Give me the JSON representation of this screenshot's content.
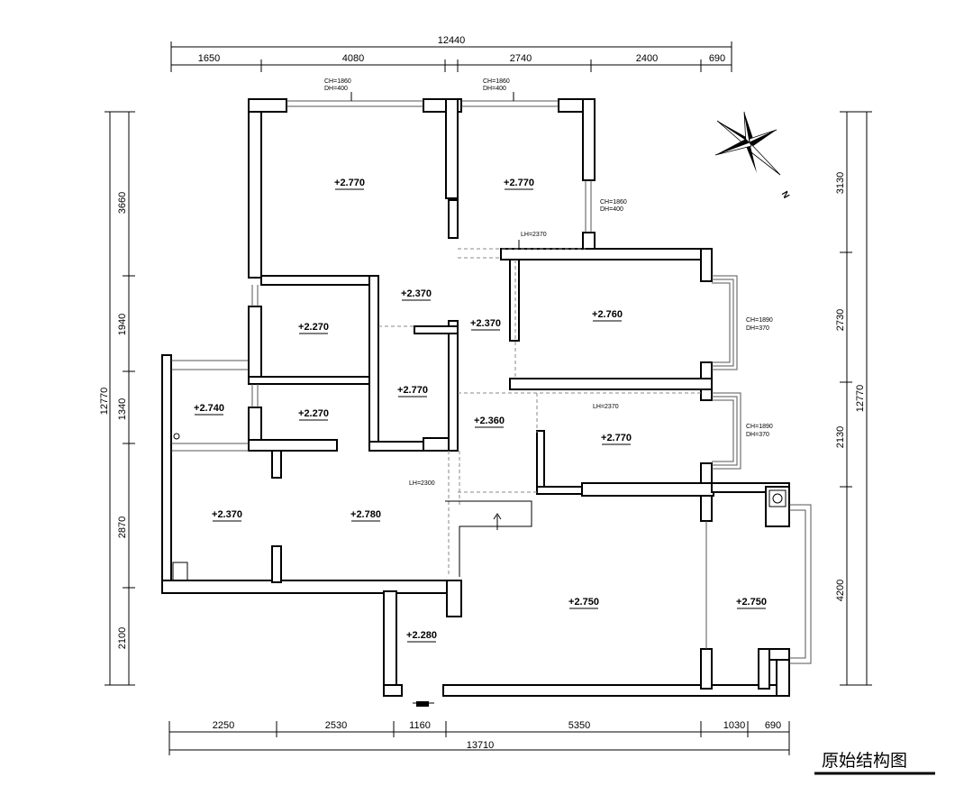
{
  "title": "原始结构图",
  "dimensions": {
    "top_total": "12440",
    "top": [
      "1650",
      "4080",
      "2740",
      "2400",
      "690"
    ],
    "bottom_total": "13710",
    "bottom": [
      "2250",
      "2530",
      "1160",
      "5350",
      "1030",
      "690"
    ],
    "left_total": "12770",
    "left": [
      "3660",
      "1940",
      "1340",
      "2870",
      "2100"
    ],
    "right_total": "12770",
    "right": [
      "3130",
      "2730",
      "2130",
      "4200"
    ]
  },
  "levels": {
    "bedroom_nw": "+2.770",
    "bedroom_n": "+2.770",
    "corridor_a": "+2.370",
    "corridor_b": "+2.370",
    "room_260": "+2.760",
    "bath_1": "+2.270",
    "bath_2": "+2.270",
    "closet": "+2.770",
    "balcony_w": "+2.740",
    "hall": "+2.360",
    "room_270": "+2.770",
    "kitchen": "+2.370",
    "dining": "+2.780",
    "living": "+2.750",
    "balcony_e": "+2.750",
    "entry": "+2.280"
  },
  "notes": {
    "win1_ch": "CH=1860",
    "win1_dh": "DH=400",
    "win2_ch": "CH=1860",
    "win2_dh": "DH=400",
    "win3_ch": "CH=1860",
    "win3_dh": "DH=400",
    "lh1": "LH=2370",
    "bay1_ch": "CH=1890",
    "bay1_dh": "DH=370",
    "lh2": "LH=2370",
    "bay2_ch": "CH=1890",
    "bay2_dh": "DH=370",
    "lh3": "LH=2300"
  },
  "compass": {
    "label": "N"
  }
}
